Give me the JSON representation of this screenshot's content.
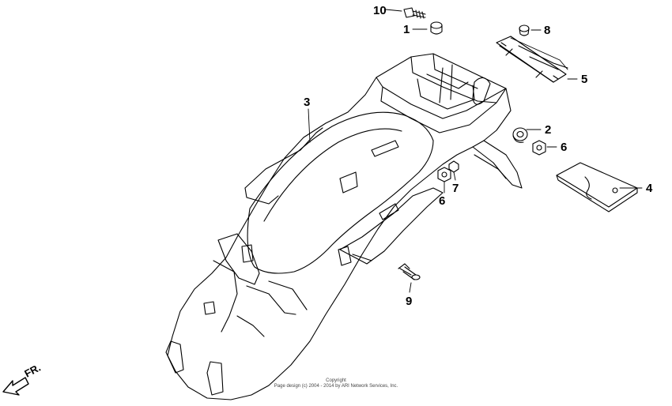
{
  "callouts": {
    "c10": "10",
    "c1": "1",
    "c8": "8",
    "c5": "5",
    "c3": "3",
    "c2": "2",
    "c6a": "6",
    "c6b": "6",
    "c7": "7",
    "c4": "4",
    "c9": "9"
  },
  "direction": "FR.",
  "copyright": {
    "line1": "Copyright",
    "line2": "Page design (c) 2004 - 2014 by ARI Network Services, Inc."
  }
}
